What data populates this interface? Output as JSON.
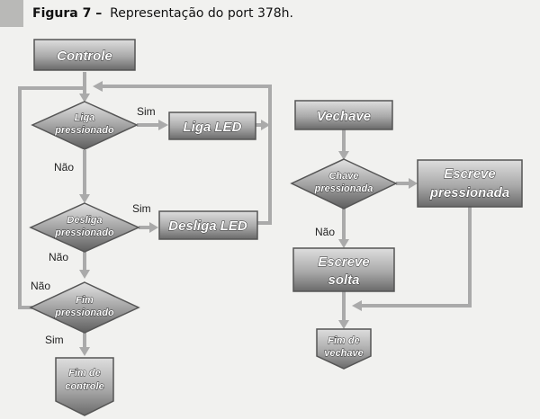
{
  "caption": {
    "figure": "Figura 7 –",
    "text": "Representação do port 378h."
  },
  "left_flow": {
    "start": "Controle",
    "d1": [
      "Liga",
      "pressionado"
    ],
    "p1": "Liga LED",
    "d2": [
      "Desliga",
      "pressionado"
    ],
    "p2": "Desliga LED",
    "d3": [
      "Fim",
      "pressionado"
    ],
    "end": [
      "Fim de",
      "controle"
    ],
    "yes1": "Sim",
    "no1": "Não",
    "yes2": "Sim",
    "no2": "Não",
    "no3": "Não",
    "yes3": "Sim"
  },
  "right_flow": {
    "start": "Vechave",
    "d1": [
      "Chave",
      "pressionada"
    ],
    "p_yes": [
      "Escreve",
      "pressionada"
    ],
    "p_no": [
      "Escreve",
      "solta"
    ],
    "end": [
      "Fim de",
      "vechave"
    ],
    "no": "Não"
  },
  "colors": {
    "shape_light": "#cfcfcf",
    "shape_dark": "#6f6f6f",
    "connector": "#aaaaaa",
    "text_fill": "#ffffff"
  }
}
